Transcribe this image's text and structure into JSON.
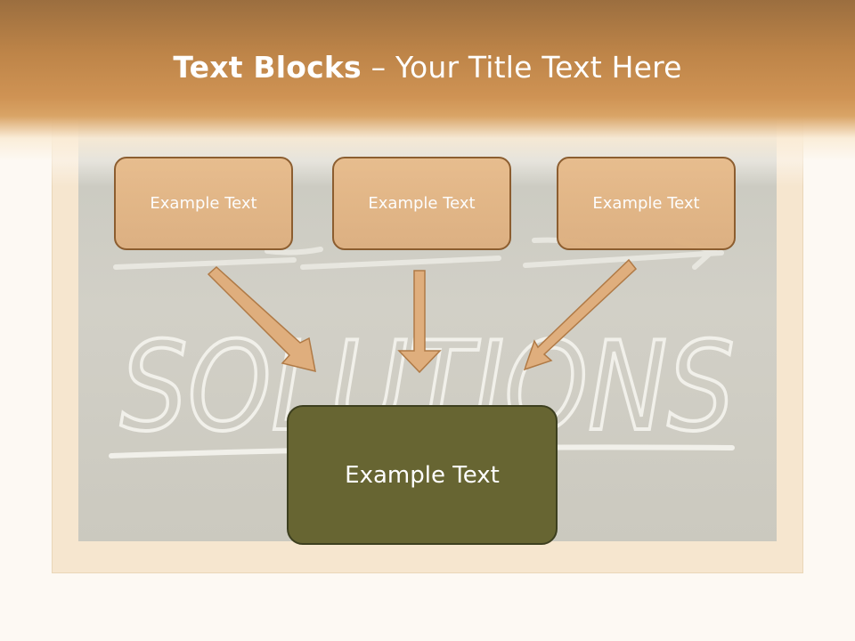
{
  "title": {
    "bold": "Text Blocks",
    "rest": " – Your Title Text Here"
  },
  "boxes": [
    {
      "label": "Example Text"
    },
    {
      "label": "Example Text"
    },
    {
      "label": "Example Text"
    }
  ],
  "main_box": {
    "label": "Example Text"
  },
  "chalk_text": "SOLUTIONS",
  "colors": {
    "header": "#c98d52",
    "box_fill": "#e3b585",
    "box_border": "#8a5a2b",
    "main_fill": "#676532",
    "arrow_fill": "#dfae7d"
  }
}
